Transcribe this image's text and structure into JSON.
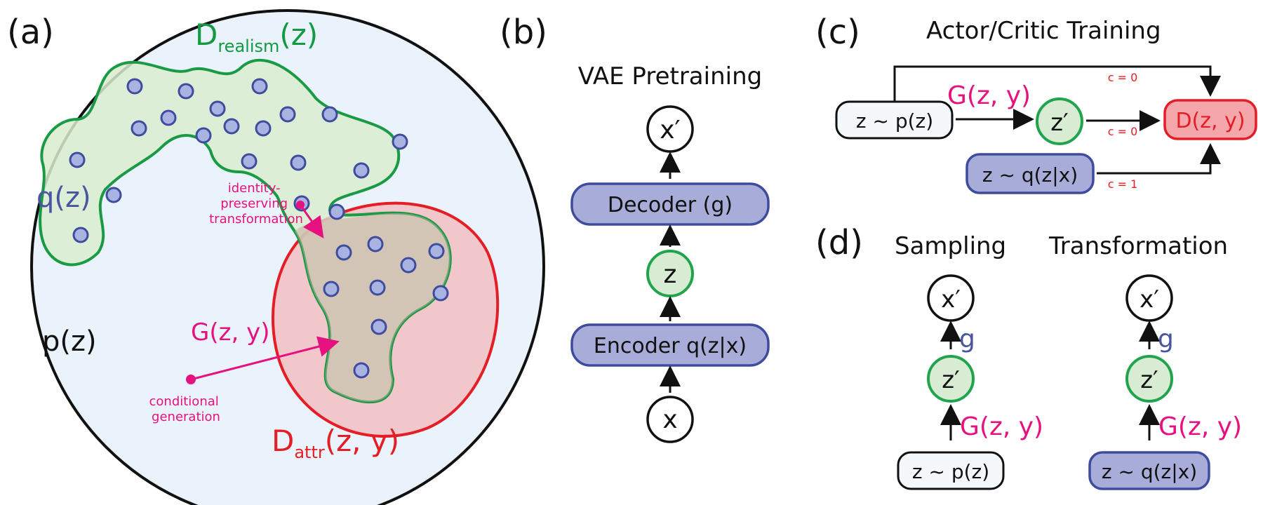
{
  "panels": {
    "a": {
      "label": "(a)",
      "d_realism_main": "D",
      "d_realism_sub": "realism",
      "d_realism_arg": "(z)",
      "q_label": "q(z)",
      "p_label": "p(z)",
      "g_label": "G(z, y)",
      "identity_line1": "identity-",
      "identity_line2": "preserving",
      "identity_line3": "transformation",
      "conditional_line1": "conditional",
      "conditional_line2": "generation",
      "d_attr_main": "D",
      "d_attr_sub": "attr",
      "d_attr_arg": "(z, y)"
    },
    "b": {
      "label": "(b)",
      "title": "VAE Pretraining",
      "x_prime": "x′",
      "decoder": "Decoder (g)",
      "z": "z",
      "encoder": "Encoder q(z|x)",
      "x": "x"
    },
    "c": {
      "label": "(c)",
      "title": "Actor/Critic Training",
      "z_prior": "z ~ p(z)",
      "g_label": "G(z, y)",
      "z_prime": "z′",
      "d_label": "D(z, y)",
      "z_post": "z ~ q(z|x)",
      "c_top": "c = 0",
      "c_mid": "c = 0",
      "c_bottom": "c = 1"
    },
    "d": {
      "label": "(d)",
      "sampling_title": "Sampling",
      "transformation_title": "Transformation",
      "x_prime": "x′",
      "g": "g",
      "z_prime": "z′",
      "g_label": "G(z, y)",
      "z_prior": "z ~ p(z)",
      "z_post": "z ~ q(z|x)"
    }
  },
  "colors": {
    "green": "#149a43",
    "red": "#e41e26",
    "pink": "#e6117f",
    "blue": "#4a55a2",
    "light_blue_bg": "#eaf3fb",
    "light_green_region": "#d9eccf",
    "light_red_region": "#f2c7cb"
  }
}
